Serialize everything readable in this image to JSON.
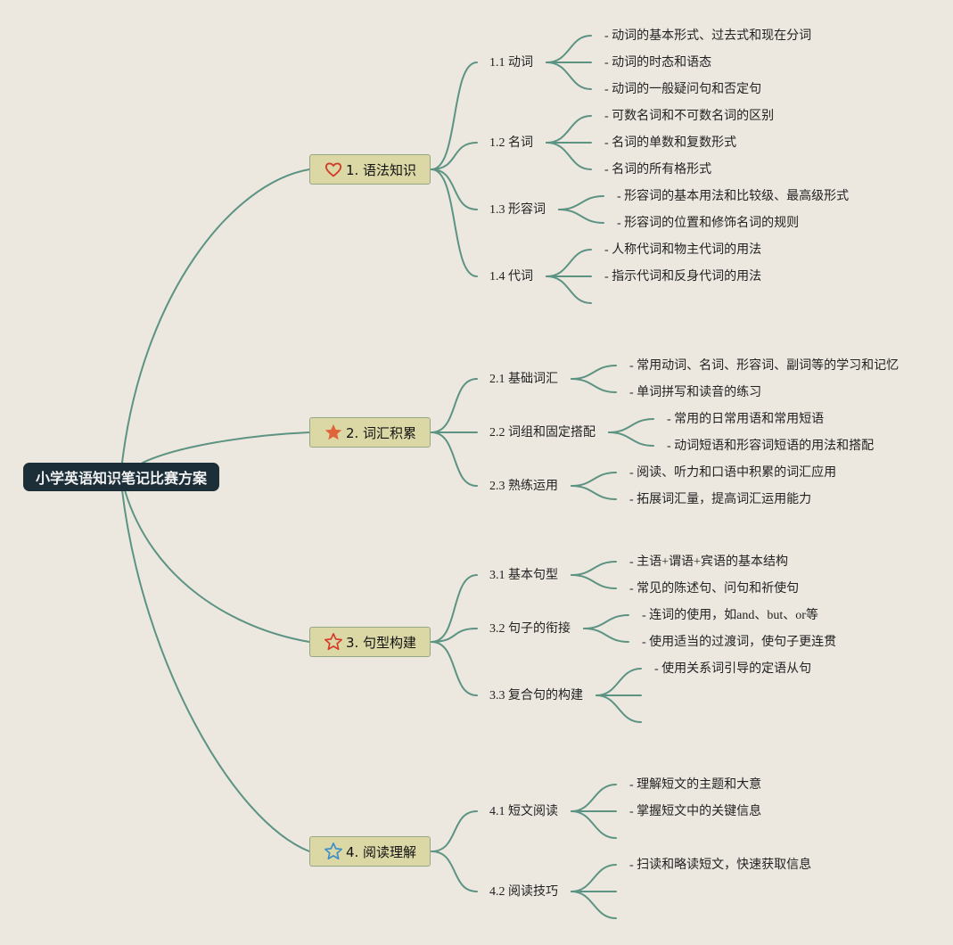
{
  "root": {
    "title": "小学英语知识笔记比赛方案"
  },
  "branches": [
    {
      "label": "1. 语法知识",
      "icon": "heart-outline-icon",
      "icon_color": "#d23a2a",
      "children": [
        {
          "label": "1.1 动词",
          "leaves": [
            "- 动词的基本形式、过去式和现在分词",
            "- 动词的时态和语态",
            "- 动词的一般疑问句和否定句"
          ]
        },
        {
          "label": "1.2 名词",
          "leaves": [
            "- 可数名词和不可数名词的区别",
            "- 名词的单数和复数形式",
            "- 名词的所有格形式"
          ]
        },
        {
          "label": "1.3 形容词",
          "leaves": [
            "- 形容词的基本用法和比较级、最高级形式",
            "- 形容词的位置和修饰名词的规则"
          ]
        },
        {
          "label": "1.4 代词",
          "leaves": [
            "- 人称代词和物主代词的用法",
            "- 指示代词和反身代词的用法"
          ]
        }
      ]
    },
    {
      "label": "2. 词汇积累",
      "icon": "star-filled-icon",
      "icon_color": "#e0643a",
      "children": [
        {
          "label": "2.1 基础词汇",
          "leaves": [
            "- 常用动词、名词、形容词、副词等的学习和记忆",
            "- 单词拼写和读音的练习"
          ]
        },
        {
          "label": "2.2 词组和固定搭配",
          "leaves": [
            "- 常用的日常用语和常用短语",
            "- 动词短语和形容词短语的用法和搭配"
          ]
        },
        {
          "label": "2.3 熟练运用",
          "leaves": [
            "- 阅读、听力和口语中积累的词汇应用",
            "- 拓展词汇量，提高词汇运用能力"
          ]
        }
      ]
    },
    {
      "label": "3. 句型构建",
      "icon": "star-outline-icon",
      "icon_color": "#d63a2c",
      "children": [
        {
          "label": "3.1 基本句型",
          "leaves": [
            "- 主语+谓语+宾语的基本结构",
            "- 常见的陈述句、问句和祈使句"
          ]
        },
        {
          "label": "3.2 句子的衔接",
          "leaves": [
            "- 连词的使用，如and、but、or等",
            "- 使用适当的过渡词，使句子更连贯"
          ]
        },
        {
          "label": "3.3 复合句的构建",
          "leaves": [
            "- 使用关系词引导的定语从句"
          ]
        }
      ]
    },
    {
      "label": "4. 阅读理解",
      "icon": "star-outline-icon",
      "icon_color": "#3a8fc8",
      "children": [
        {
          "label": "4.1 短文阅读",
          "leaves": [
            "- 理解短文的主题和大意",
            "- 掌握短文中的关键信息"
          ]
        },
        {
          "label": "4.2 阅读技巧",
          "leaves": [
            "- 扫读和略读短文，快速获取信息"
          ]
        }
      ]
    }
  ],
  "colors": {
    "background": "#ece8e0",
    "line": "#5d9382",
    "root_fill": "#1c2f39",
    "branch_fill": "#dbd8a5"
  }
}
